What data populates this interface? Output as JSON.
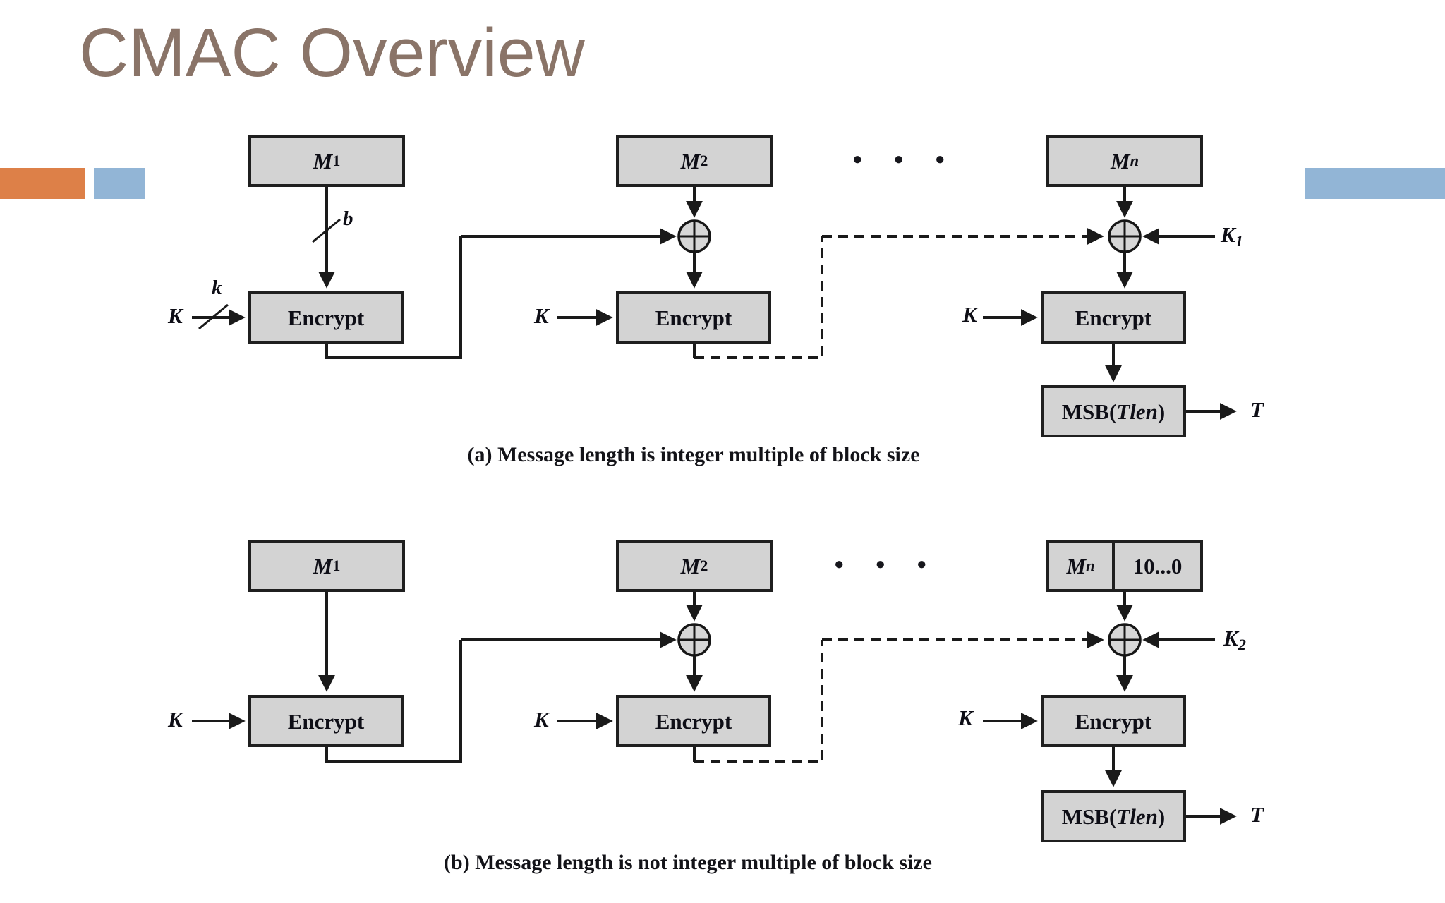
{
  "title": "CMAC Overview",
  "colors": {
    "title_text": "#8a7468",
    "accent_orange": "#dd8048",
    "accent_blue": "#92b5d6",
    "box_fill": "#d3d3d3",
    "box_border": "#1f1f1f",
    "line": "#1a1a1a"
  },
  "shared": {
    "encrypt": "Encrypt",
    "msb": {
      "prefix": "MSB(",
      "tlen": "Tlen",
      "suffix": ")"
    },
    "k": "K",
    "t": "T",
    "dot": "●"
  },
  "diagram_a": {
    "caption": "(a) Message length is integer multiple of block size",
    "m1": {
      "base": "M",
      "sub": "1"
    },
    "m2": {
      "base": "M",
      "sub": "2"
    },
    "mn": {
      "base": "M",
      "sub": "n"
    },
    "k1": {
      "base": "K",
      "sub": "1"
    },
    "b_bits": "b",
    "k_bits": "k"
  },
  "diagram_b": {
    "caption": "(b) Message length is not integer multiple of block size",
    "m1": {
      "base": "M",
      "sub": "1"
    },
    "m2": {
      "base": "M",
      "sub": "2"
    },
    "mn": {
      "base": "M",
      "sub": "n"
    },
    "pad": "10...0",
    "k2": {
      "base": "K",
      "sub": "2"
    }
  }
}
